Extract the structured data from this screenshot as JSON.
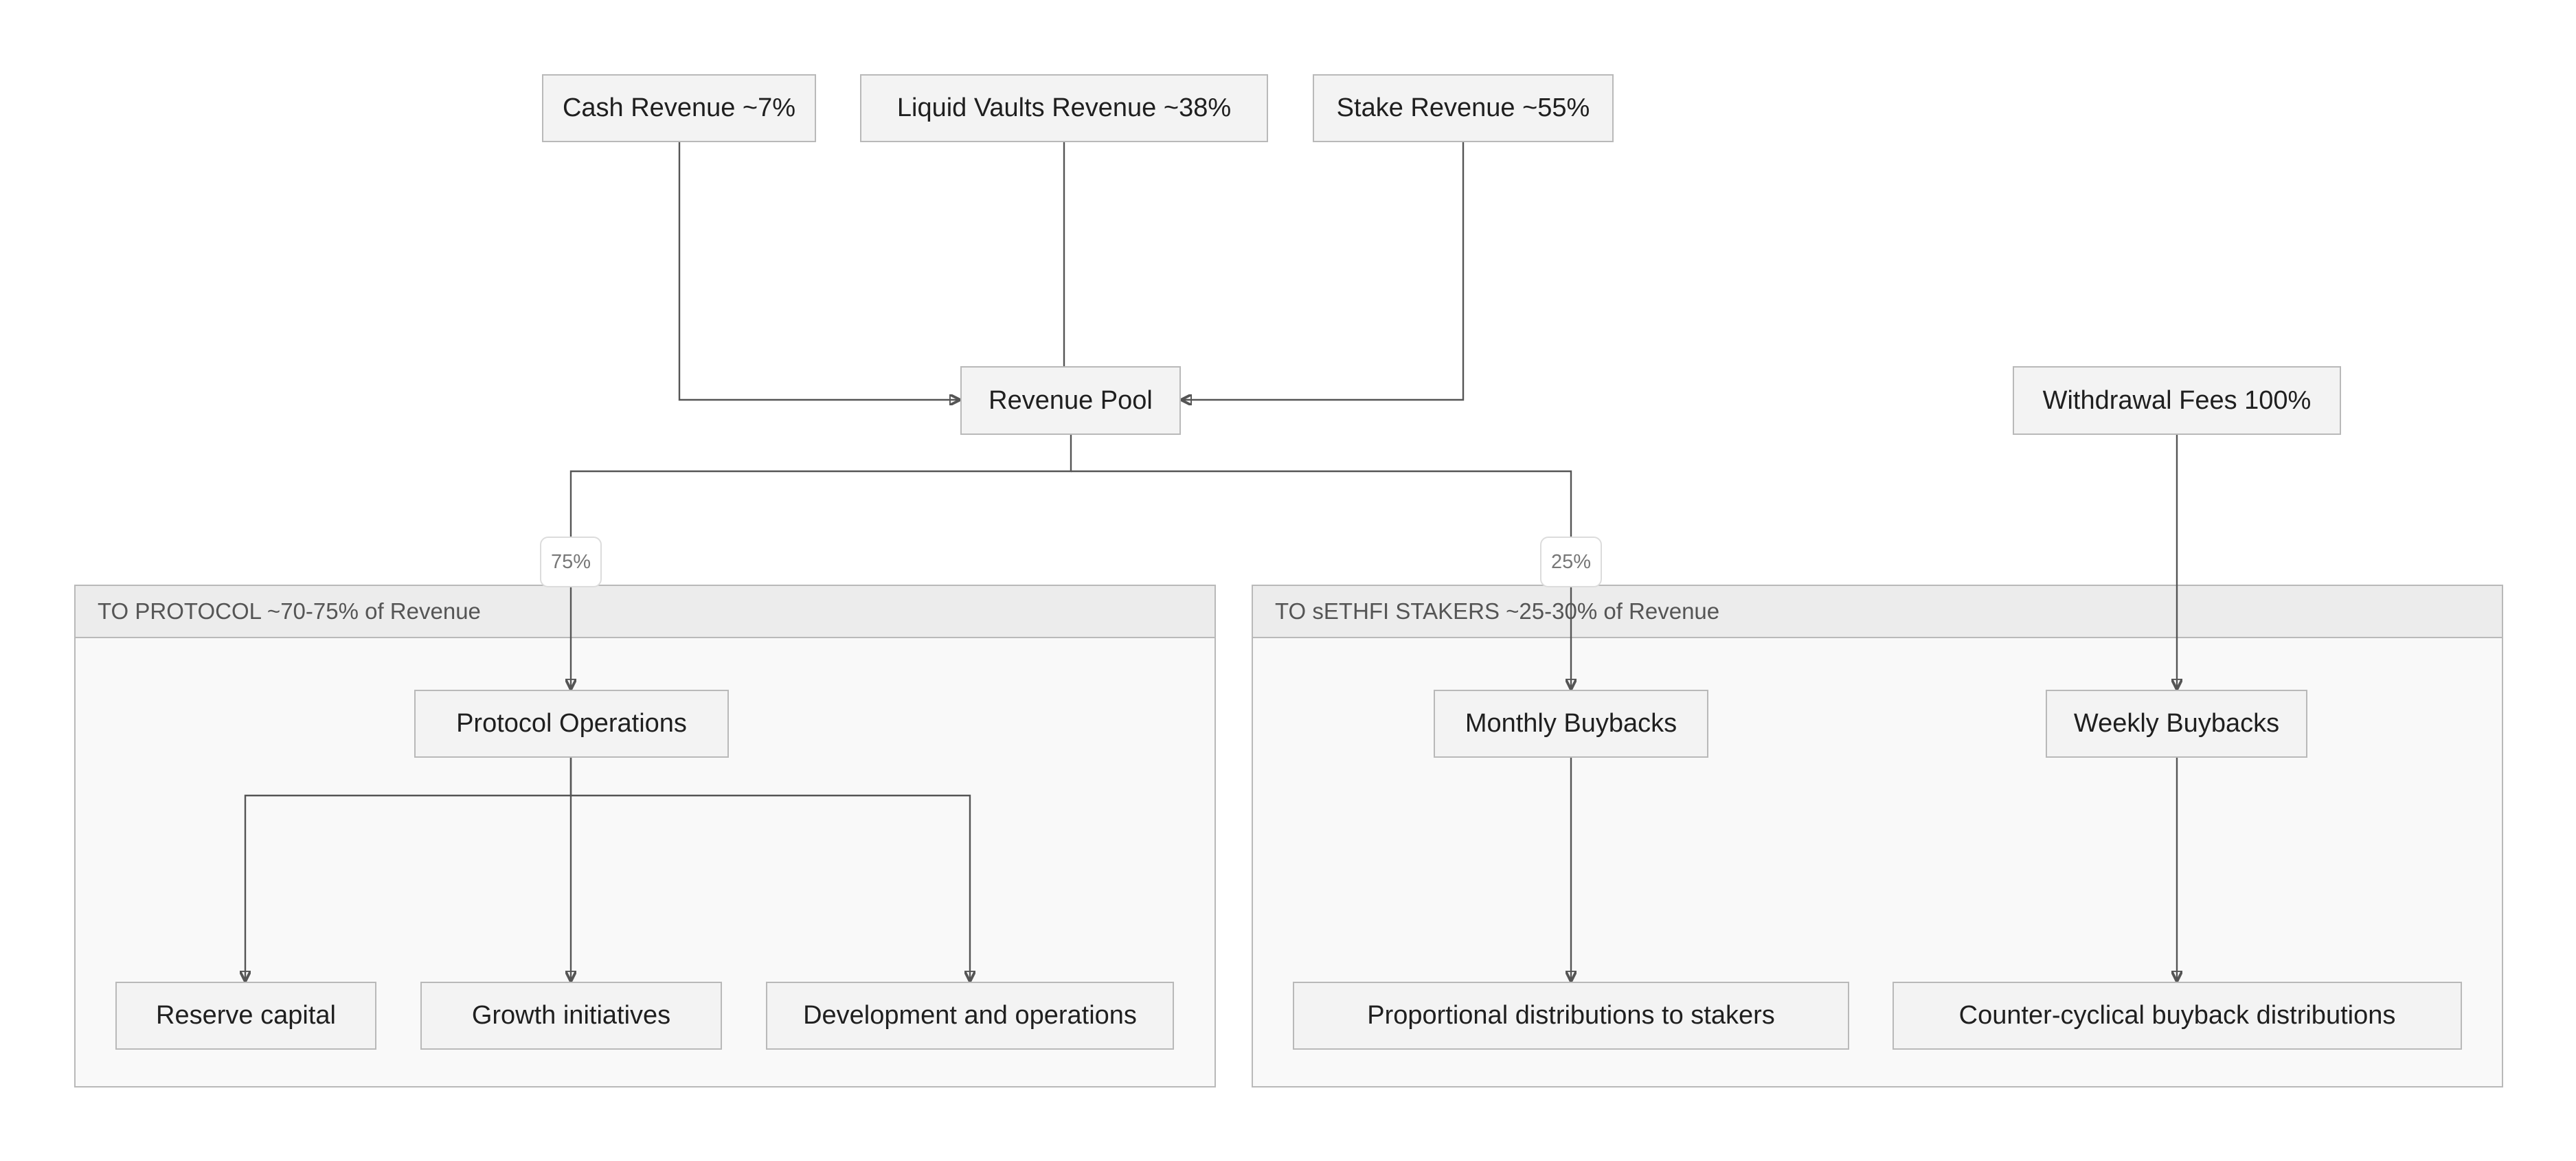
{
  "nodes": {
    "cash_revenue": "Cash Revenue ~7%",
    "liquid_vaults_revenue": "Liquid Vaults Revenue ~38%",
    "stake_revenue": "Stake Revenue ~55%",
    "revenue_pool": "Revenue Pool",
    "withdrawal_fees": "Withdrawal Fees 100%",
    "protocol_operations": "Protocol Operations",
    "reserve_capital": "Reserve capital",
    "growth_initiatives": "Growth initiatives",
    "development_operations": "Development and operations",
    "monthly_buybacks": "Monthly Buybacks",
    "weekly_buybacks": "Weekly Buybacks",
    "proportional_distributions": "Proportional distributions to stakers",
    "countercyclical_distributions": "Counter-cyclical buyback distributions"
  },
  "groups": {
    "protocol": "TO PROTOCOL ~70-75% of Revenue",
    "stakers": "TO sETHFI STAKERS ~25-30% of Revenue"
  },
  "edge_labels": {
    "to_protocol": "75%",
    "to_stakers": "25%"
  },
  "colors": {
    "node_fill": "#f3f3f3",
    "node_border": "#b9b9b9",
    "group_fill": "#f9f9f9",
    "group_header_fill": "#ececec",
    "edge": "#555555"
  }
}
